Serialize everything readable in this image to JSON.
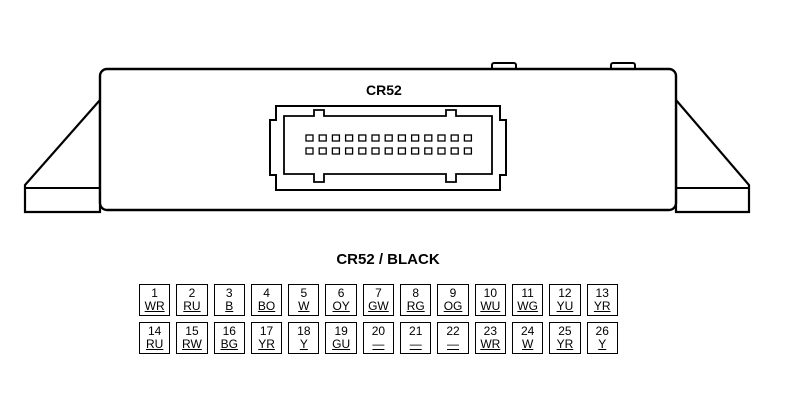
{
  "connector": {
    "id": "CR52",
    "title": "CR52 / BLACK"
  },
  "pins": [
    {
      "number": "1",
      "code": "WR"
    },
    {
      "number": "2",
      "code": "RU"
    },
    {
      "number": "3",
      "code": "B"
    },
    {
      "number": "4",
      "code": "BO"
    },
    {
      "number": "5",
      "code": "W"
    },
    {
      "number": "6",
      "code": "OY"
    },
    {
      "number": "7",
      "code": "GW"
    },
    {
      "number": "8",
      "code": "RG"
    },
    {
      "number": "9",
      "code": "OG"
    },
    {
      "number": "10",
      "code": "WU"
    },
    {
      "number": "11",
      "code": "WG"
    },
    {
      "number": "12",
      "code": "YU"
    },
    {
      "number": "13",
      "code": "YR"
    },
    {
      "number": "14",
      "code": "RU"
    },
    {
      "number": "15",
      "code": "RW"
    },
    {
      "number": "16",
      "code": "BG"
    },
    {
      "number": "17",
      "code": "YR"
    },
    {
      "number": "18",
      "code": "Y"
    },
    {
      "number": "19",
      "code": "GU"
    },
    {
      "number": "20",
      "code": "—"
    },
    {
      "number": "21",
      "code": "—"
    },
    {
      "number": "22",
      "code": "—"
    },
    {
      "number": "23",
      "code": "WR"
    },
    {
      "number": "24",
      "code": "W"
    },
    {
      "number": "25",
      "code": "YR"
    },
    {
      "number": "26",
      "code": "Y"
    }
  ]
}
